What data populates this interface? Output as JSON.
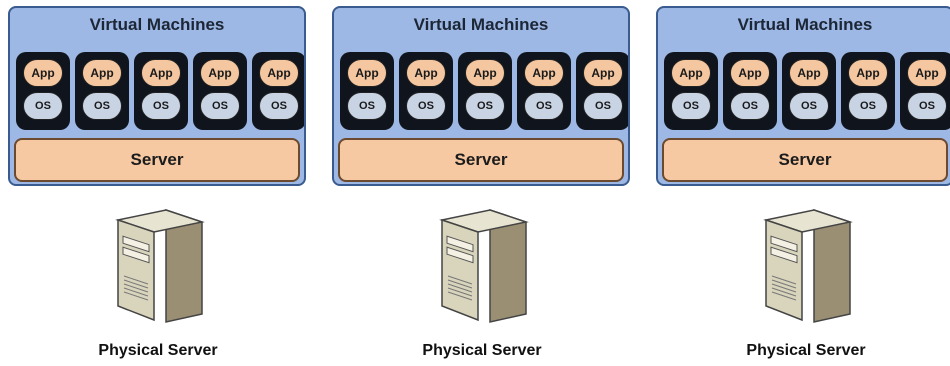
{
  "units": [
    {
      "vm_title": "Virtual Machines",
      "vms": [
        {
          "app": "App",
          "os": "OS"
        },
        {
          "app": "App",
          "os": "OS"
        },
        {
          "app": "App",
          "os": "OS"
        },
        {
          "app": "App",
          "os": "OS"
        },
        {
          "app": "App",
          "os": "OS"
        }
      ],
      "server_label": "Server",
      "physical_label": "Physical Server"
    },
    {
      "vm_title": "Virtual Machines",
      "vms": [
        {
          "app": "App",
          "os": "OS"
        },
        {
          "app": "App",
          "os": "OS"
        },
        {
          "app": "App",
          "os": "OS"
        },
        {
          "app": "App",
          "os": "OS"
        },
        {
          "app": "App",
          "os": "OS"
        }
      ],
      "server_label": "Server",
      "physical_label": "Physical Server"
    },
    {
      "vm_title": "Virtual Machines",
      "vms": [
        {
          "app": "App",
          "os": "OS"
        },
        {
          "app": "App",
          "os": "OS"
        },
        {
          "app": "App",
          "os": "OS"
        },
        {
          "app": "App",
          "os": "OS"
        },
        {
          "app": "App",
          "os": "OS"
        }
      ],
      "server_label": "Server",
      "physical_label": "Physical Server"
    }
  ],
  "icons": {
    "physical_server": "server-tower-icon"
  },
  "colors": {
    "vm_panel": "#9db8e4",
    "vm_box": "#10141c",
    "app_pill": "#f4c7a1",
    "os_pill": "#c8d3e4",
    "server_bar": "#f6c9a3"
  }
}
